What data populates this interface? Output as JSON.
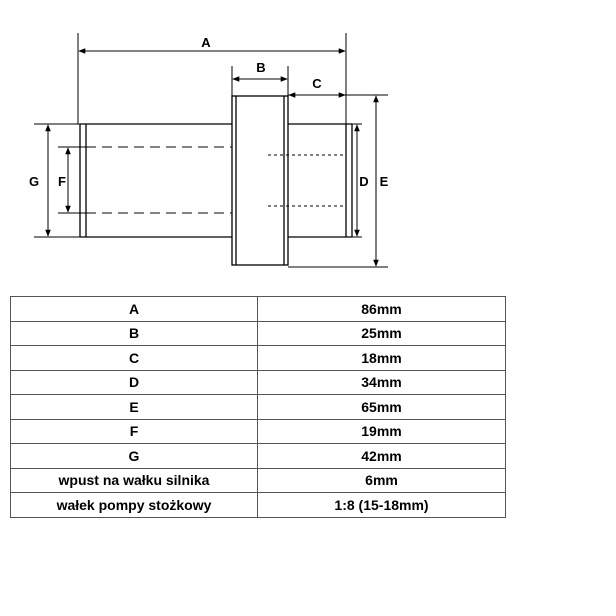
{
  "diagram": {
    "labels": {
      "A": "A",
      "B": "B",
      "C": "C",
      "D": "D",
      "E": "E",
      "F": "F",
      "G": "G"
    }
  },
  "table": {
    "rows": [
      {
        "label": "A",
        "value": "86mm"
      },
      {
        "label": "B",
        "value": "25mm"
      },
      {
        "label": "C",
        "value": "18mm"
      },
      {
        "label": "D",
        "value": "34mm"
      },
      {
        "label": "E",
        "value": "65mm"
      },
      {
        "label": "F",
        "value": "19mm"
      },
      {
        "label": "G",
        "value": "42mm"
      },
      {
        "label": "wpust na wałku silnika",
        "value": "6mm"
      },
      {
        "label": "wałek pompy stożkowy",
        "value": "1:8 (15-18mm)"
      }
    ]
  }
}
